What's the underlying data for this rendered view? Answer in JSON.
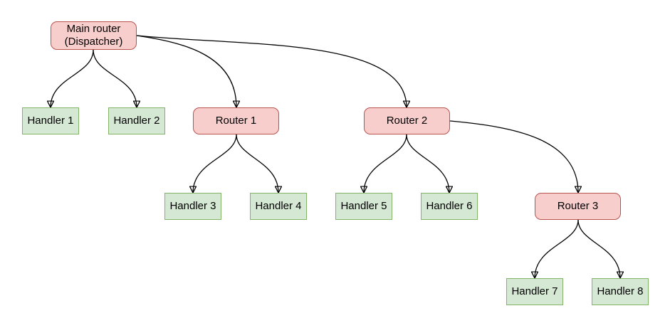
{
  "colors": {
    "background": "#ffffff",
    "router_fill": "#f8cecc",
    "router_border": "#b85450",
    "handler_fill": "#d5e8d4",
    "handler_border": "#82b366",
    "edge": "#000000",
    "text": "#000000"
  },
  "nodes": {
    "main": {
      "line1": "Main router",
      "line2": "(Dispatcher)",
      "type": "router"
    },
    "handler1": {
      "label": "Handler 1",
      "type": "handler"
    },
    "handler2": {
      "label": "Handler 2",
      "type": "handler"
    },
    "router1": {
      "label": "Router 1",
      "type": "router"
    },
    "router2": {
      "label": "Router 2",
      "type": "router"
    },
    "handler3": {
      "label": "Handler 3",
      "type": "handler"
    },
    "handler4": {
      "label": "Handler 4",
      "type": "handler"
    },
    "handler5": {
      "label": "Handler 5",
      "type": "handler"
    },
    "handler6": {
      "label": "Handler 6",
      "type": "handler"
    },
    "router3": {
      "label": "Router 3",
      "type": "router"
    },
    "handler7": {
      "label": "Handler 7",
      "type": "handler"
    },
    "handler8": {
      "label": "Handler 8",
      "type": "handler"
    }
  },
  "edges": [
    {
      "from": "Main router (Dispatcher)",
      "to": "Handler 1"
    },
    {
      "from": "Main router (Dispatcher)",
      "to": "Handler 2"
    },
    {
      "from": "Main router (Dispatcher)",
      "to": "Router 1"
    },
    {
      "from": "Main router (Dispatcher)",
      "to": "Router 2"
    },
    {
      "from": "Router 1",
      "to": "Handler 3"
    },
    {
      "from": "Router 1",
      "to": "Handler 4"
    },
    {
      "from": "Router 2",
      "to": "Handler 5"
    },
    {
      "from": "Router 2",
      "to": "Handler 6"
    },
    {
      "from": "Router 2",
      "to": "Router 3"
    },
    {
      "from": "Router 3",
      "to": "Handler 7"
    },
    {
      "from": "Router 3",
      "to": "Handler 8"
    }
  ]
}
